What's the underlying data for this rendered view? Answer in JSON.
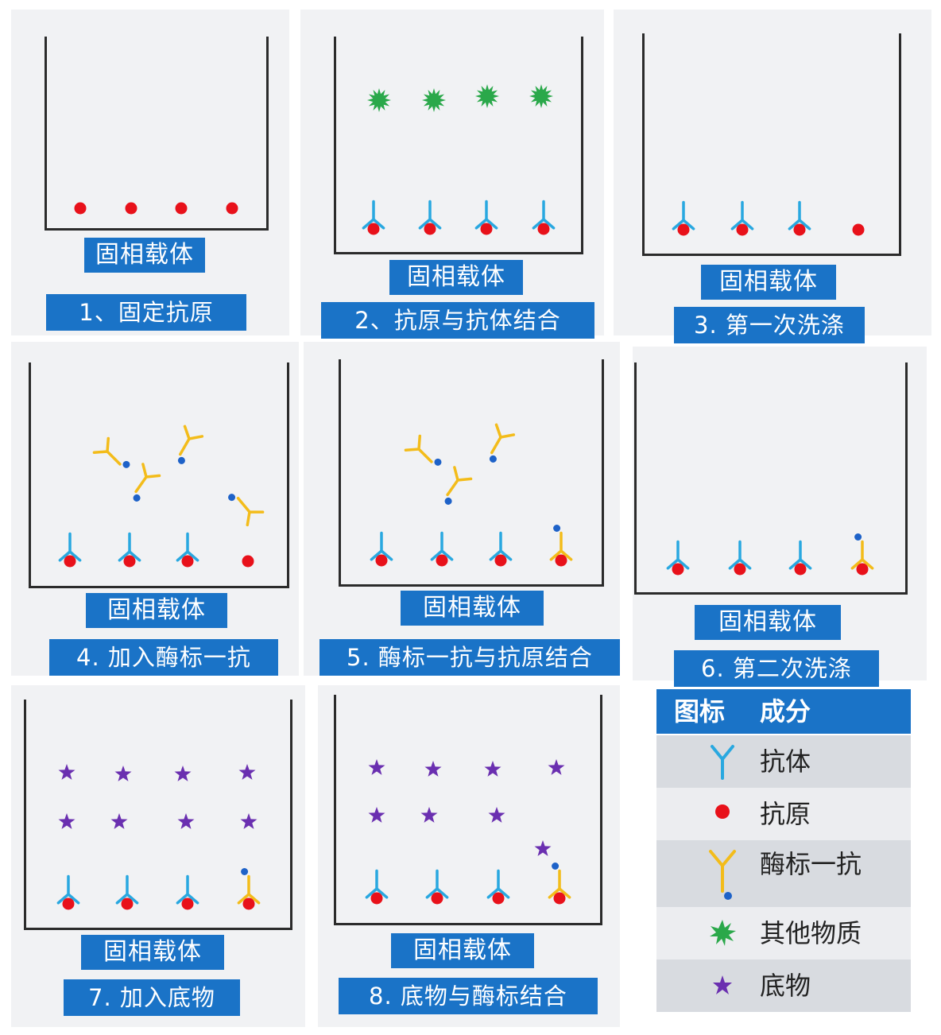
{
  "colors": {
    "antibody": "#29a8e0",
    "antigen": "#e8111a",
    "enzyme_antibody": "#f3bc1a",
    "enzyme_dot": "#1e62c8",
    "other": "#2aa84a",
    "substrate": "#6a2fb0",
    "label_bg": "#1a73c7"
  },
  "panels": [
    {
      "carrier_label": "固相载体",
      "caption": "1、固定抗原"
    },
    {
      "carrier_label": "固相载体",
      "caption": "2、抗原与抗体结合"
    },
    {
      "carrier_label": "固相载体",
      "caption": "3. 第一次洗涤"
    },
    {
      "carrier_label": "固相载体",
      "caption": "4. 加入酶标一抗"
    },
    {
      "carrier_label": "固相载体",
      "caption": "5. 酶标一抗与抗原结合"
    },
    {
      "carrier_label": "固相载体",
      "caption": "6. 第二次洗涤"
    },
    {
      "carrier_label": "固相载体",
      "caption": "7. 加入底物"
    },
    {
      "carrier_label": "固相载体",
      "caption": "8. 底物与酶标结合"
    }
  ],
  "legend": {
    "header_icon": "图标",
    "header_component": "成分",
    "items": [
      {
        "icon": "antibody-icon",
        "label": "抗体"
      },
      {
        "icon": "antigen-icon",
        "label": "抗原"
      },
      {
        "icon": "enzyme-antibody-icon",
        "label": "酶标一抗"
      },
      {
        "icon": "other-substance-icon",
        "label": "其他物质"
      },
      {
        "icon": "substrate-icon",
        "label": "底物"
      }
    ]
  }
}
